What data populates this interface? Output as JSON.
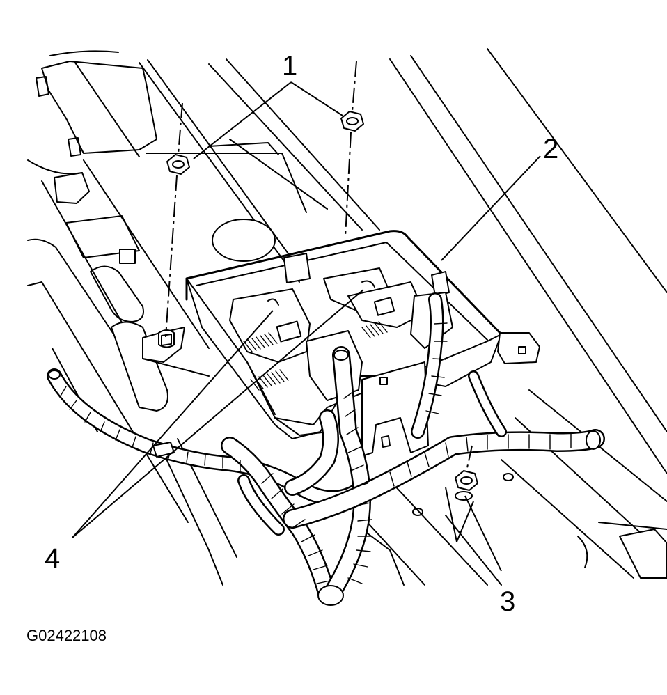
{
  "callouts": {
    "c1": "1",
    "c2": "2",
    "c3": "3",
    "c4": "4"
  },
  "figure_id": "G02422108",
  "icons": {
    "fastener": "hex-nut-icon",
    "harness": "wiring-harness-icon",
    "connector": "electrical-connector-icon"
  },
  "colors": {
    "ink": "#000000",
    "paper": "#ffffff"
  }
}
